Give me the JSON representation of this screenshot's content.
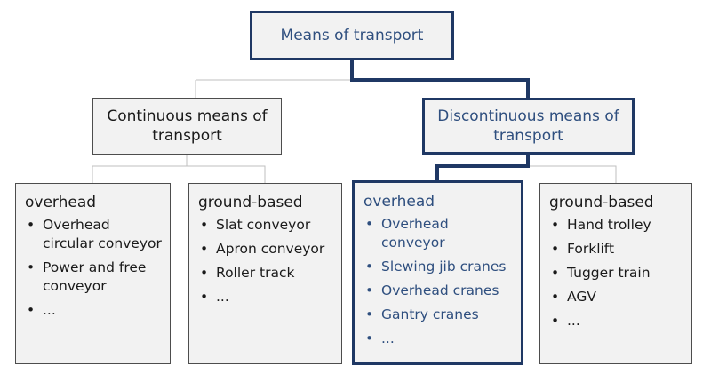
{
  "colors": {
    "highlight": "#1f3864",
    "highlight_text": "#2f4f7f",
    "box_fill": "#f2f2f2",
    "connector": "#bfbfbf"
  },
  "root": {
    "label": "Means of transport"
  },
  "categories": [
    {
      "label": "Continuous means of transport",
      "highlighted": false
    },
    {
      "label": "Discontinuous means of transport",
      "highlighted": true
    }
  ],
  "groups": [
    {
      "title": "overhead",
      "items": [
        "Overhead circular conveyor",
        "Power and free conveyor",
        "..."
      ]
    },
    {
      "title": "ground-based",
      "items": [
        "Slat conveyor",
        "Apron conveyor",
        "Roller track",
        "..."
      ]
    },
    {
      "title": "overhead",
      "items": [
        "Overhead conveyor",
        "Slewing jib cranes",
        "Overhead cranes",
        "Gantry cranes",
        "..."
      ]
    },
    {
      "title": "ground-based",
      "items": [
        "Hand trolley",
        "Forklift",
        "Tugger train",
        "AGV",
        "..."
      ]
    }
  ]
}
